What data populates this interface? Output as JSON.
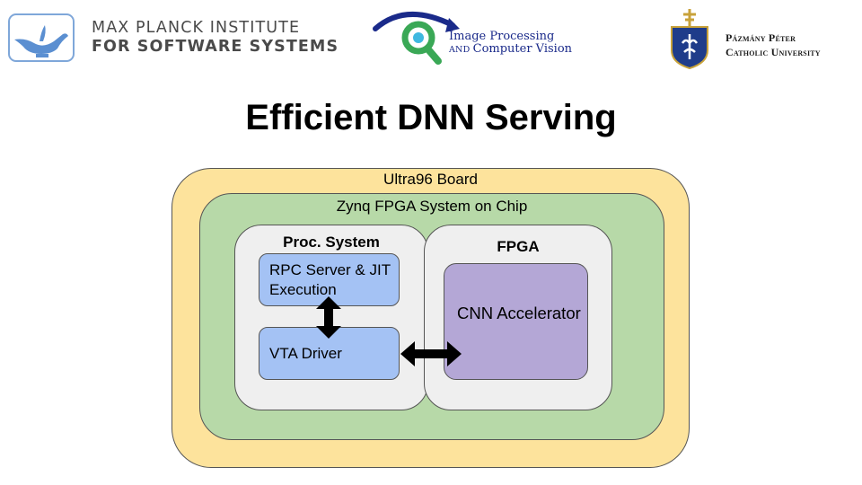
{
  "header": {
    "mpi": {
      "line1": "MAX PLANCK INSTITUTE",
      "line2": "FOR SOFTWARE SYSTEMS",
      "icon": "oil-lamp-icon"
    },
    "ipcv": {
      "line1": "Image Processing",
      "line2_small": "AND ",
      "line2_rest": "Computer Vision",
      "icon": "magnifier-logo-icon"
    },
    "ppke": {
      "line1": "Pázmány Péter",
      "line2": "Catholic University",
      "icon": "crest-icon"
    }
  },
  "title": "Efficient DNN Serving",
  "diagram": {
    "board": "Ultra96 Board",
    "soc": "Zynq FPGA System on Chip",
    "proc_system": "Proc. System",
    "fpga": "FPGA",
    "rpc": "RPC Server & JIT Execution",
    "vta": "VTA Driver",
    "cnn": "CNN Accelerator"
  },
  "colors": {
    "board": "#fde39c",
    "soc": "#b7d9a8",
    "subsystem": "#efefef",
    "software": "#a4c2f4",
    "accelerator": "#b4a7d6"
  }
}
